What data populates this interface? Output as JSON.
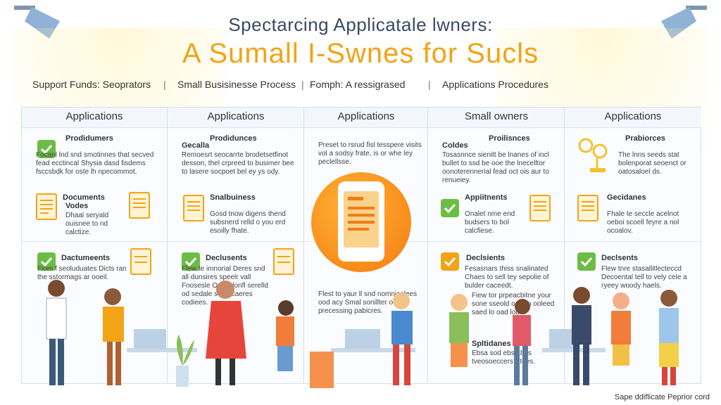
{
  "header": {
    "subtitle": "Spectarcing Applicatale lwners:",
    "title": "A Sumall I-Swnes for Sucls"
  },
  "nav": {
    "items": [
      "Support Funds: Seoprators",
      "Small Busisinesse Process",
      "Fomph: A ressigrased",
      "Applications Procedures"
    ],
    "separators": [
      "|",
      "|",
      "|"
    ]
  },
  "columns": [
    {
      "header": "Applications",
      "top": {
        "label": "Prodidumers",
        "text": "Focanl lnd snd smotinnes that secved fead ecctincal Shysia dasd fisdems fsccsbdk for oste lh npecommot."
      },
      "mid": {
        "label": "Documents",
        "label2": "Vodes",
        "text": "Dhaal seryald ouisnee to nd calctize."
      },
      "bottom": {
        "label": "Dactumeents",
        "text": "Fiom f seoluduates Dicts ran the sstormags ar ooeil."
      }
    },
    {
      "header": "Applications",
      "top": {
        "label": "Prodidunces",
        "label2": "Gecalla",
        "text": "Remoesrt seocarrte brodetsetfinot desson, thel crpreed to busimer bee to lasere socpoet bel ey ys ody."
      },
      "mid": {
        "label": "Snalbuiness",
        "text": "Gosd tnow digens thend subsnerd relld o you erd esoilly fhate."
      },
      "bottom": {
        "label": "Declusents",
        "text": "Flew te imnorial Deres snd all dunsires speelr vall Fnosesle Oooil, lonfl serelld od sedale s adacaeres codiees."
      }
    },
    {
      "header": "Applications",
      "top": {
        "text": "Preset to rsrud fisl tesspere visits vol a sodsy frate, is or whe ley peclellsse."
      },
      "bottom": {
        "text": "Flest to yaur ll snd nomniaslees ood acy Smal sonillter others precessing pabicres."
      }
    },
    {
      "header": "Small owners",
      "top": {
        "label": "Proilisnces",
        "label2": "Coldes",
        "text": "Tosasnnce sienitt be lnanes of incl bullet to ssd be ooe the lnecelltor oonoterennerial fead oct ois aur to renueiey."
      },
      "mid": {
        "label": "Appiitnents",
        "text": "Onalet nme end budsers to bol calcfiese."
      },
      "bottom": {
        "label": "Declsients",
        "text": "Fesasnars thiss snalinated Chaes to sell tey sepolie of bulder caceedt.",
        "text2": "Fiew tor prpeacbitne your sone sseold oer oo ooleed saed lo oad lode.",
        "label2": "Spltidanes",
        "text3": "Ebsa sod ebsa bas tveosoeccers Stees."
      }
    },
    {
      "header": "Applications",
      "top": {
        "label": "Prabiorces",
        "text": "The lnns seeds stat bolenporat seoenct or oatosaloel ds."
      },
      "mid": {
        "label": "Gecidanes",
        "text": "Fhale te seccle acelnot oeboi scoell feyre a nol ocoalov."
      },
      "bottom": {
        "label": "Declsents",
        "text": "Flew tnre stasallitlecteccd Decoental tell to vely cele a ryeey woody haels."
      }
    }
  ],
  "footer": {
    "text": "Sape ddiflicate Peprior cord"
  },
  "colors": {
    "title": "#f2a316",
    "subtitle": "#3b4a63",
    "check_green": "#6bbd45",
    "check_orange": "#f2a316",
    "circle": "#f57c12"
  }
}
